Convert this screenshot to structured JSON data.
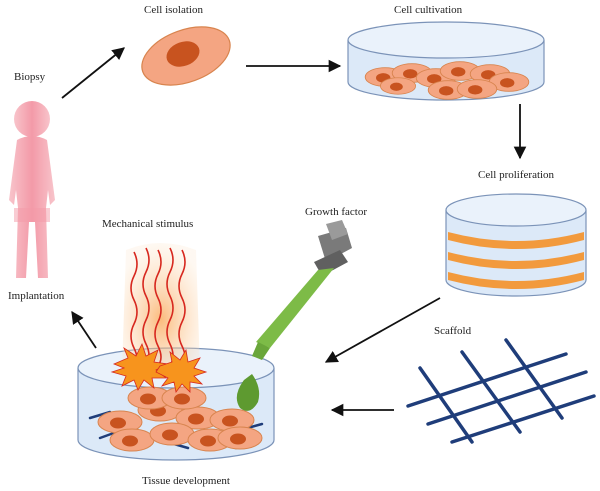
{
  "labels": {
    "biopsy": "Biopsy",
    "cell_isolation": "Cell isolation",
    "cell_cultivation": "Cell cultivation",
    "cell_proliferation": "Cell proliferation",
    "mechanical_stimulus": "Mechanical stimulus",
    "growth_factor": "Growth factor",
    "implantation": "Implantation",
    "scaffold": "Scaffold",
    "tissue_development": "Tissue development"
  },
  "colors": {
    "cell_body": "#f4a582",
    "cell_nucleus": "#c8531f",
    "cell_outline": "#d8844e",
    "dish_fill": "#dce9f8",
    "dish_outline": "#7b93b8",
    "scaffold_line": "#1f3d7a",
    "arrow": "#111111",
    "person": "#f7b9c2",
    "dropper_body": "#7dbb47",
    "dropper_cap": "#808080",
    "proliferation_band": "#f29a3d",
    "stimulus_wave": "#d7281f"
  },
  "icons": {
    "person": "person-icon",
    "cell": "cell-icon",
    "petri_dish": "petri-dish-icon",
    "stacked_culture": "stacked-culture-icon",
    "scaffold": "scaffold-mesh-icon",
    "dropper": "dropper-icon",
    "stimulus": "stimulus-waves-icon"
  }
}
